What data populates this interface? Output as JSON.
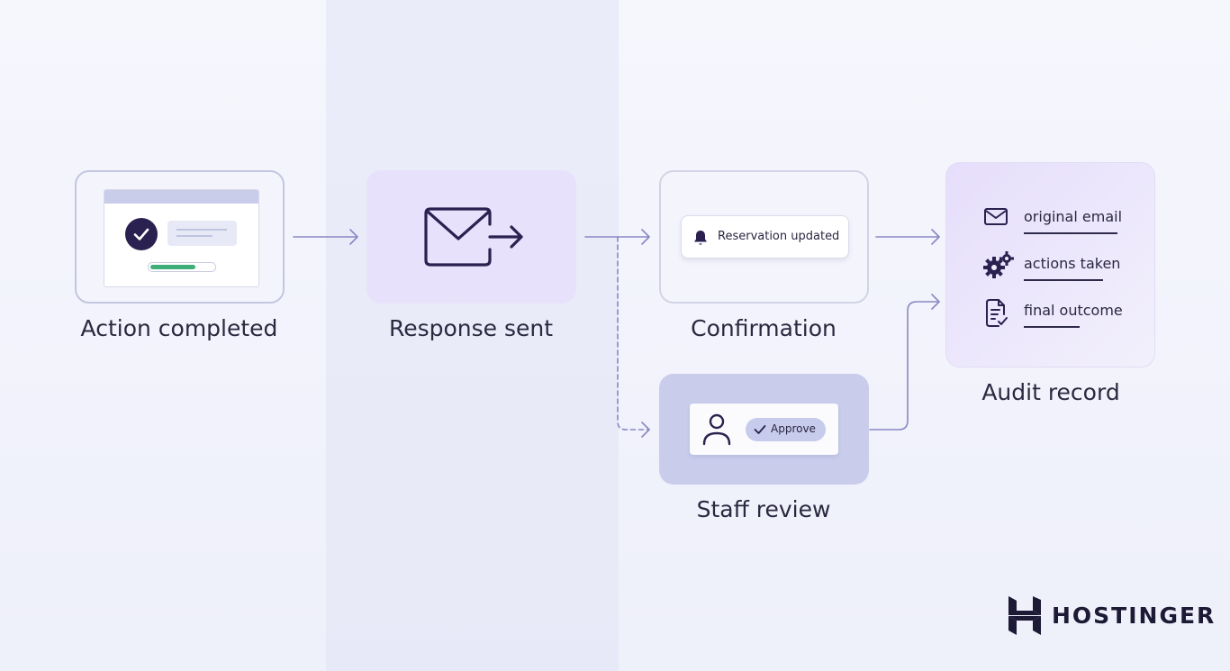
{
  "steps": {
    "action": {
      "caption": "Action completed",
      "progress": 0.68
    },
    "response": {
      "caption": "Response sent"
    },
    "confirmation": {
      "caption": "Confirmation",
      "notification": "Reservation updated"
    },
    "staff": {
      "caption": "Staff review",
      "approve_label": "Approve"
    },
    "audit": {
      "caption": "Audit record",
      "items": [
        {
          "label": "original email",
          "icon": "envelope-icon"
        },
        {
          "label": "actions taken",
          "icon": "gears-icon"
        },
        {
          "label": "final outcome",
          "icon": "document-check-icon"
        }
      ]
    }
  },
  "brand": {
    "name": "HOSTINGER"
  },
  "colors": {
    "dark": "#2a2150",
    "line": "#8a87c4",
    "accent": "#e8e1fb",
    "success": "#3fae79"
  }
}
